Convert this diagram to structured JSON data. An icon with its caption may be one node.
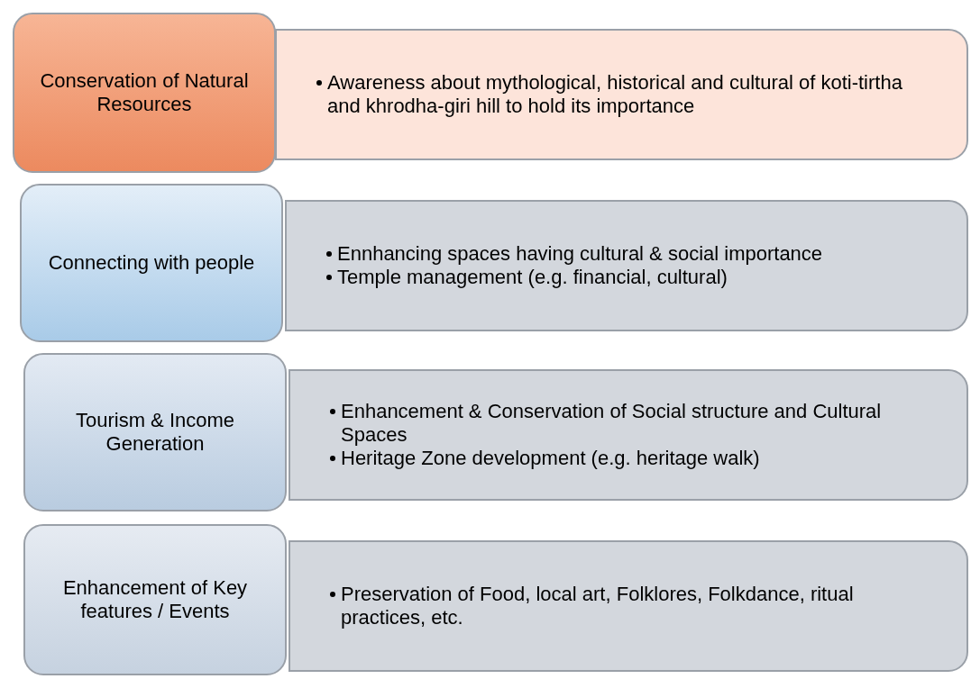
{
  "diagram": {
    "nodes": [
      {
        "text": [
          "Conservation of Natural Resources"
        ]
      },
      {
        "text": [
          "Awareness about mythological, historical and cultural of koti-tirtha and khrodha-giri hill to hold its importance"
        ]
      },
      {
        "text": [
          "Connecting with people"
        ]
      },
      {
        "text": [
          "Ennhancing spaces having cultural & social importance",
          "Temple management (e.g. financial, cultural)"
        ]
      },
      {
        "text": [
          "Tourism & Income Generation"
        ]
      },
      {
        "text": [
          "Enhancement & Conservation of Social structure and Cultural Spaces",
          "Heritage Zone development (e.g. heritage walk)"
        ]
      },
      {
        "text": [
          "Enhancement of Key features / Events"
        ]
      },
      {
        "text": [
          "Preservation of Food, local art, Folklores, Folkdance, ritual practices, etc."
        ]
      }
    ]
  }
}
